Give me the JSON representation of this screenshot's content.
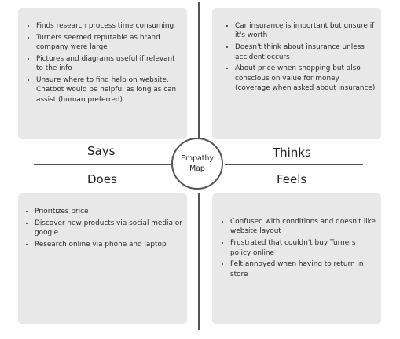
{
  "center": {
    "line1": "Empathy",
    "line2": "Map"
  },
  "quadrants": {
    "says": {
      "label": "Says",
      "items": [
        "Finds research process time consuming",
        "Turners seemed reputable as brand company were large",
        "Pictures and diagrams useful if relevant to the info",
        "Unsure where to find help on website. Chatbot would be helpful as long as can assist (human preferred)."
      ]
    },
    "thinks": {
      "label": "Thinks",
      "items": [
        "Car insurance is important but unsure if it's worth",
        "Doesn't think about insurance unless accident occurs",
        "About price when shopping but also conscious on value for money (coverage when asked about insurance)"
      ]
    },
    "does": {
      "label": "Does",
      "items": [
        "Prioritizes price",
        "Discover new products via social media or google",
        "Research online via phone and laptop"
      ]
    },
    "feels": {
      "label": "Feels",
      "items": [
        "Confused with conditions and doesn't like website layout",
        "Frustrated that couldn't buy Turners policy online",
        "Felt annoyed when having to return in store"
      ]
    }
  }
}
